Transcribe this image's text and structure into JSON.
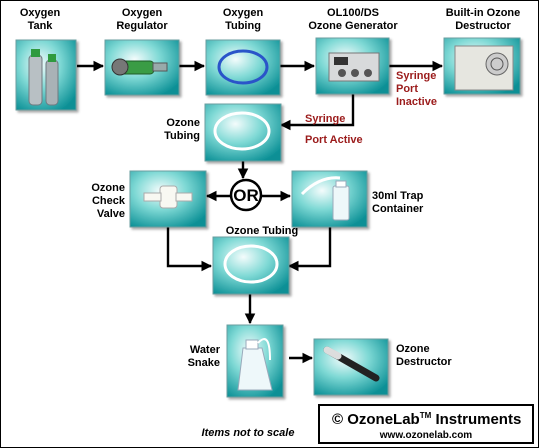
{
  "labels": {
    "oxygen_tank": [
      "Oxygen",
      "Tank"
    ],
    "oxygen_regulator": [
      "Oxygen",
      "Regulator"
    ],
    "oxygen_tubing": [
      "Oxygen",
      "Tubing"
    ],
    "generator": [
      "OL100/DS",
      "Ozone Generator"
    ],
    "builtin_destructor": [
      "Built-in Ozone",
      "Destructor"
    ],
    "syringe_inactive": [
      "Syringe",
      "Port",
      "Inactive"
    ],
    "syringe_active": [
      "Syringe",
      "Port Active"
    ],
    "ozone_tubing_1": [
      "Ozone",
      "Tubing"
    ],
    "or": "OR",
    "check_valve": [
      "Ozone",
      "Check",
      "Valve"
    ],
    "trap_container": [
      "30ml Trap",
      "Container"
    ],
    "ozone_tubing_2": "Ozone Tubing",
    "water_snake": [
      "Water",
      "Snake"
    ],
    "ozone_destructor": [
      "Ozone",
      "Destructor"
    ],
    "note": "Items not to scale"
  },
  "brand": {
    "name": "© OzoneLab",
    "tm": "TM",
    "suffix": " Instruments",
    "url": "www.ozonelab.com"
  },
  "colors": {
    "tile_blue": "#0a8f95",
    "tile_teal": "#2fc2be",
    "tile_white": "#f2fbfb",
    "arrow": "#000000",
    "label_red": "#9b1b1b"
  }
}
